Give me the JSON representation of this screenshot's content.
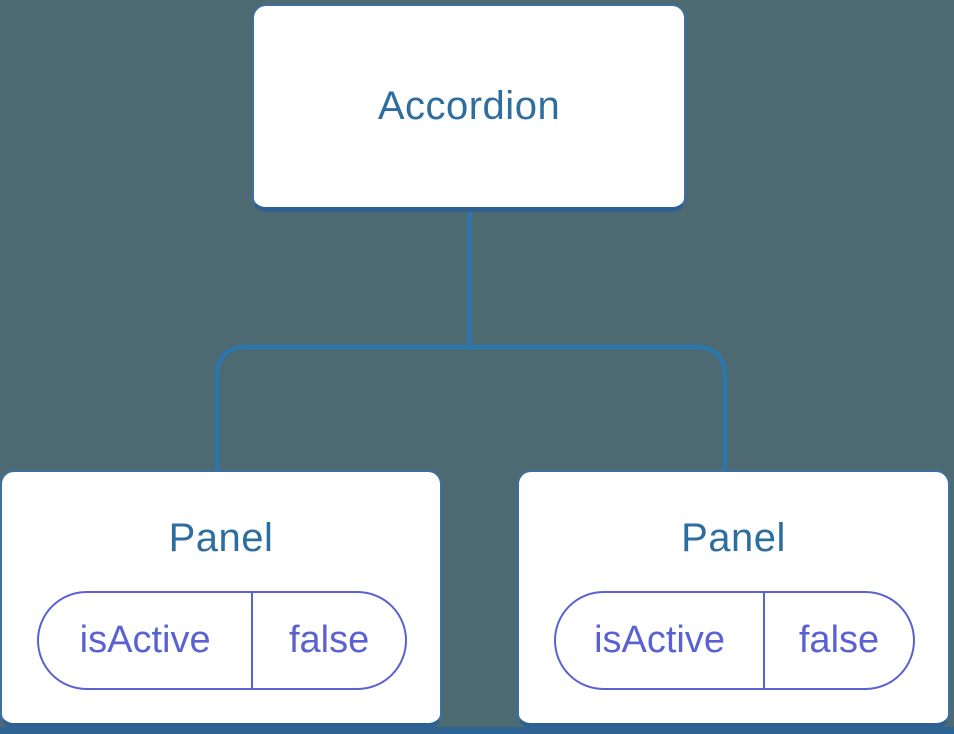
{
  "colors": {
    "background": "#4d6971",
    "node_fill": "#ffffff",
    "node_border": "#3d6f9f",
    "node_border_bottom": "#2e6191",
    "node_label": "#2d6e9e",
    "connector": "#2b77ad",
    "state_accent": "#5a62d2",
    "bottom_strip": "#2e6494"
  },
  "tree": {
    "root": {
      "label": "Accordion"
    },
    "children": [
      {
        "label": "Panel",
        "state": {
          "key": "isActive",
          "value": "false"
        }
      },
      {
        "label": "Panel",
        "state": {
          "key": "isActive",
          "value": "false"
        }
      }
    ]
  }
}
